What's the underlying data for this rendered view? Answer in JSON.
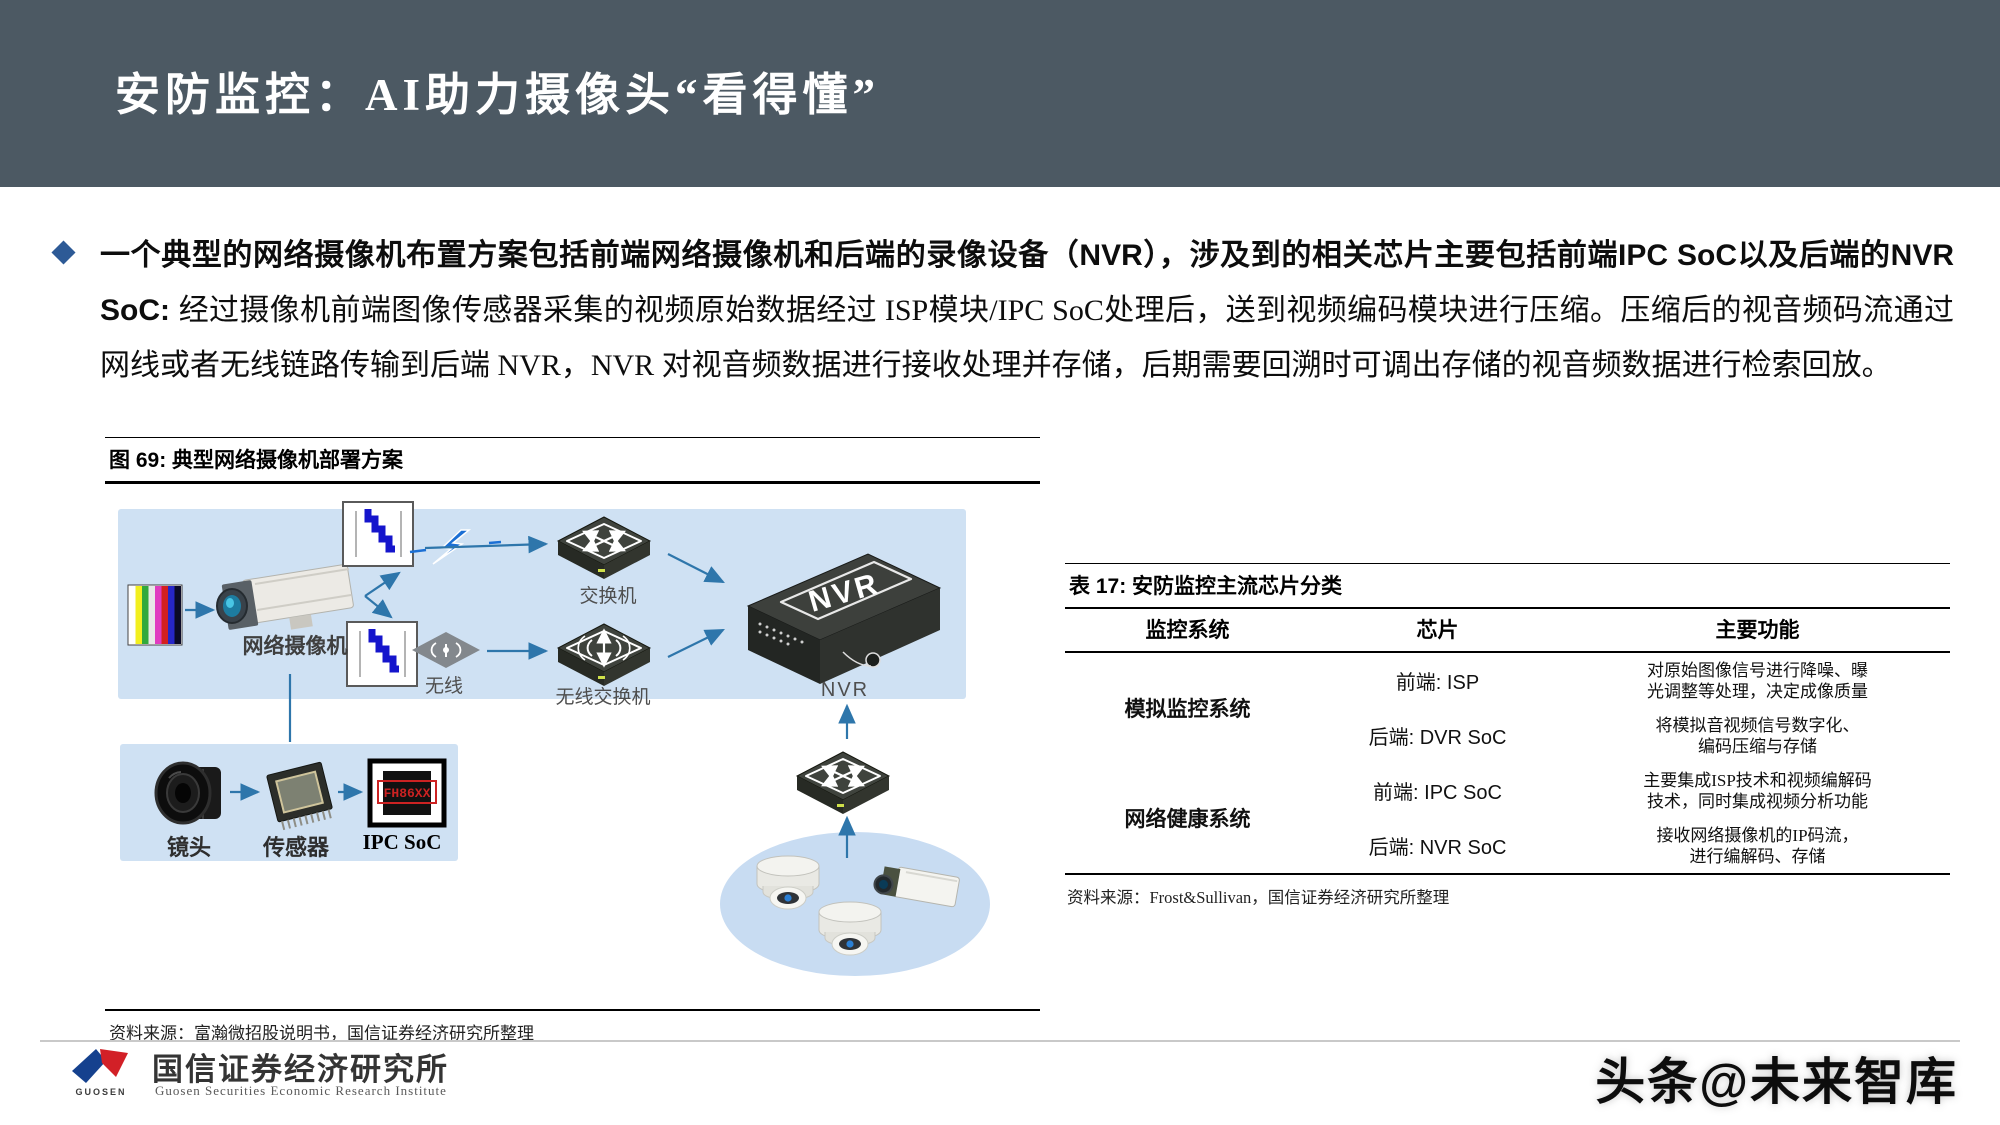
{
  "header": {
    "title": "安防监控：AI助力摄像头“看得懂”"
  },
  "bullet": {
    "lead_bold": "一个典型的网络摄像机布置方案包括前端网络摄像机和后端的录像设备（NVR），涉及到的相关芯片主要包括前端IPC SoC以及后端的NVR SoC: ",
    "body": "经过摄像机前端图像传感器采集的视频原始数据经过 ISP模块/IPC SoC处理后，送到视频编码模块进行压缩。压缩后的视音频码流通过网线或者无线链路传输到后端 NVR，NVR 对视音频数据进行接收处理并存储，后期需要回溯时可调出存储的视音频数据进行检索回放。"
  },
  "figure": {
    "caption": "图 69: 典型网络摄像机部署方案",
    "source": "资料来源：富瀚微招股说明书，国信证券经济研究所整理",
    "labels": {
      "camera": "网络摄像机",
      "switch": "交换机",
      "wireless": "无线",
      "wireless_switch": "无线交换机",
      "nvr_device": "NVR",
      "nvr_caption": "NVR",
      "lens": "镜头",
      "sensor": "传感器",
      "ipc_soc": "IPC SoC",
      "chip_marking": "FH86XX"
    }
  },
  "table": {
    "caption": "表 17: 安防监控主流芯片分类",
    "headers": [
      "监控系统",
      "芯片",
      "主要功能"
    ],
    "groups": [
      {
        "system": "模拟监控系统",
        "rows": [
          {
            "chip": "前端: ISP",
            "func": "对原始图像信号进行降噪、曝\n光调整等处理，决定成像质量"
          },
          {
            "chip": "后端: DVR SoC",
            "func": "将模拟音视频信号数字化、\n编码压缩与存储"
          }
        ]
      },
      {
        "system": "网络健康系统",
        "rows": [
          {
            "chip": "前端: IPC SoC",
            "func": "主要集成ISP技术和视频编解码\n技术，同时集成视频分析功能"
          },
          {
            "chip": "后端: NVR SoC",
            "func": "接收网络摄像机的IP码流，\n进行编解码、存储"
          }
        ]
      }
    ],
    "source": "资料来源：Frost&Sullivan，国信证券经济研究所整理"
  },
  "footer": {
    "logo_text": "GUOSEN",
    "company_cn": "国信证券经济研究所",
    "company_en": "Guosen Securities Economic Research Institute",
    "watermark": "头条@未来智库"
  },
  "colors": {
    "header_bg": "#4c5963",
    "panel_blue": "#cfe1f3",
    "ellipse_blue": "#c8dcf2",
    "arrow_blue": "#2e76ab",
    "bullet_blue": "#2d5a96",
    "chip_text_red": "#cc2222",
    "logo_blue": "#15418e",
    "logo_red": "#d22027"
  }
}
